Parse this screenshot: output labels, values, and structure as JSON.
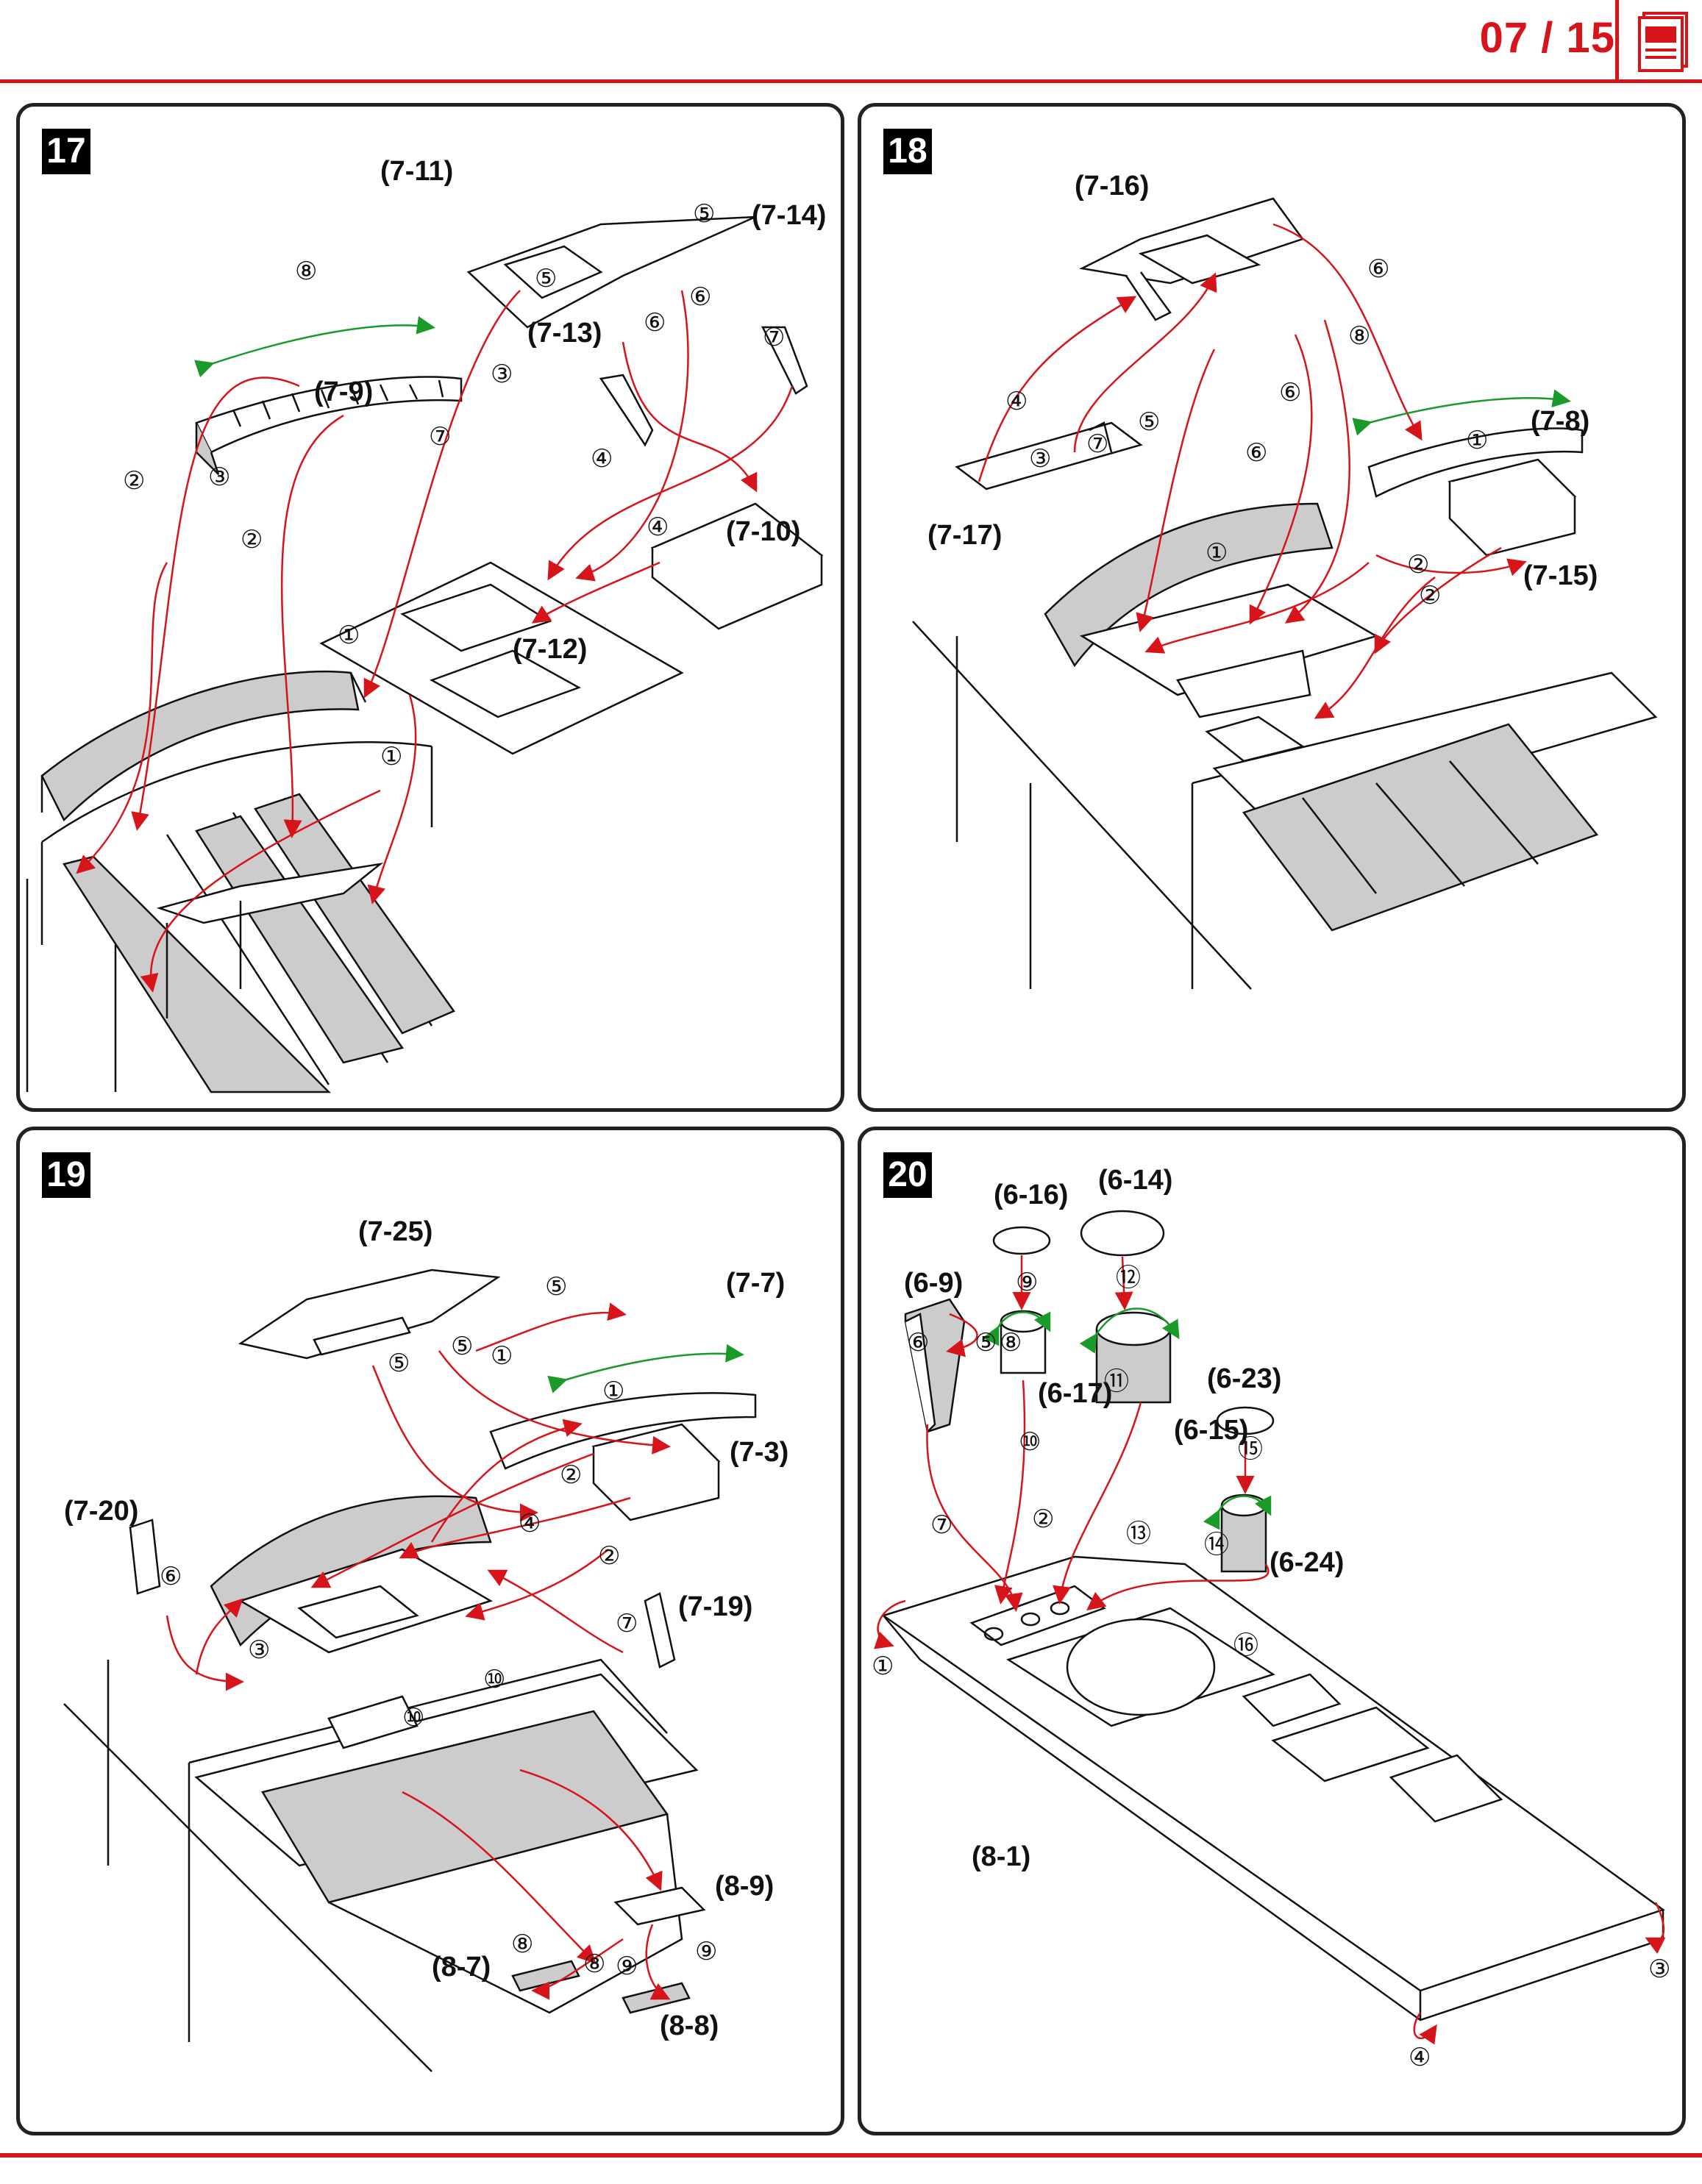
{
  "header": {
    "page_number": "07 / 15",
    "icon": "document-icon"
  },
  "colors": {
    "accent": "#d7141a",
    "arrow_red": "#d7141a",
    "arrow_green": "#1a9a28",
    "shade": "#cccccc"
  },
  "steps": [
    {
      "number": "17",
      "parts": [
        "(7-11)",
        "(7-14)",
        "(7-13)",
        "(7-9)",
        "(7-10)",
        "(7-12)"
      ],
      "markers": [
        "⑧",
        "⑤",
        "⑤",
        "⑥",
        "⑥",
        "⑦",
        "③",
        "②",
        "③",
        "⑦",
        "④",
        "④",
        "②",
        "①",
        "①"
      ]
    },
    {
      "number": "18",
      "parts": [
        "(7-16)",
        "(7-8)",
        "(7-17)",
        "(7-15)"
      ],
      "markers": [
        "⑥",
        "⑧",
        "④",
        "⑤",
        "⑥",
        "③",
        "⑦",
        "⑥",
        "①",
        "①",
        "②",
        "②"
      ]
    },
    {
      "number": "19",
      "parts": [
        "(7-25)",
        "(7-7)",
        "(7-3)",
        "(7-20)",
        "(7-19)",
        "(8-9)",
        "(8-7)",
        "(8-8)"
      ],
      "markers": [
        "⑤",
        "⑤",
        "⑤",
        "①",
        "①",
        "②",
        "④",
        "②",
        "⑥",
        "③",
        "⑦",
        "⑩",
        "⑩",
        "⑧",
        "⑧",
        "⑨",
        "⑨"
      ]
    },
    {
      "number": "20",
      "parts": [
        "(6-16)",
        "(6-14)",
        "(6-9)",
        "(6-17)",
        "(6-15)",
        "(6-23)",
        "(6-24)",
        "(8-1)"
      ],
      "markers": [
        "⑨",
        "⑫",
        "⑥",
        "⑤",
        "⑧",
        "⑪",
        "⑮",
        "⑩",
        "②",
        "⑦",
        "⑬",
        "⑭",
        "①",
        "⑯",
        "③",
        "④"
      ]
    }
  ]
}
